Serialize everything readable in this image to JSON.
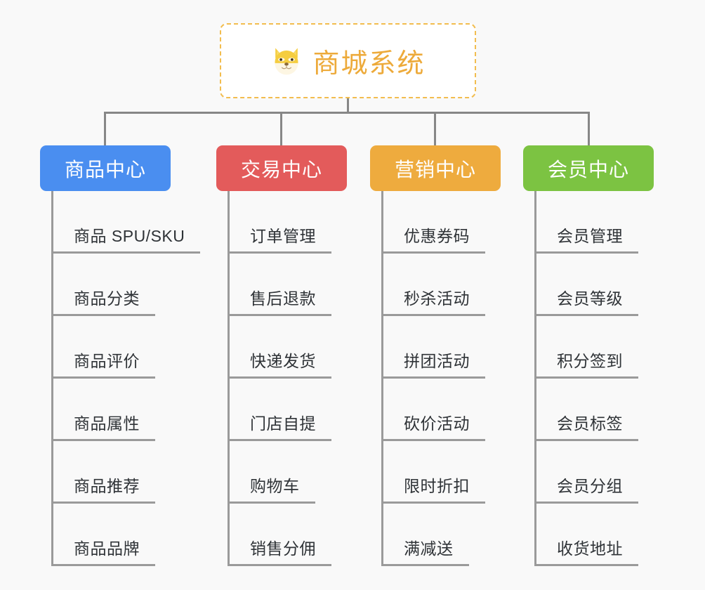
{
  "diagram": {
    "background_color": "#f9f9f9",
    "connector_color": "#9a9a9a",
    "root": {
      "icon": "shiba-dog-face-icon",
      "title": "商城系统",
      "text_color": "#edaa3a",
      "border_color": "#f2bd4f",
      "background": "#ffffff"
    },
    "columns": [
      {
        "id": "product-center",
        "header": "商品中心",
        "color": "#4a8ef0",
        "items": [
          "商品 SPU/SKU",
          "商品分类",
          "商品评价",
          "商品属性",
          "商品推荐",
          "商品品牌"
        ]
      },
      {
        "id": "trade-center",
        "header": "交易中心",
        "color": "#e35b5b",
        "items": [
          "订单管理",
          "售后退款",
          "快递发货",
          "门店自提",
          "购物车",
          "销售分佣"
        ]
      },
      {
        "id": "marketing-center",
        "header": "营销中心",
        "color": "#eeab3e",
        "items": [
          "优惠券码",
          "秒杀活动",
          "拼团活动",
          "砍价活动",
          "限时折扣",
          "满减送"
        ]
      },
      {
        "id": "member-center",
        "header": "会员中心",
        "color": "#7cc342",
        "items": [
          "会员管理",
          "会员等级",
          "积分签到",
          "会员标签",
          "会员分组",
          "收货地址"
        ]
      }
    ]
  }
}
